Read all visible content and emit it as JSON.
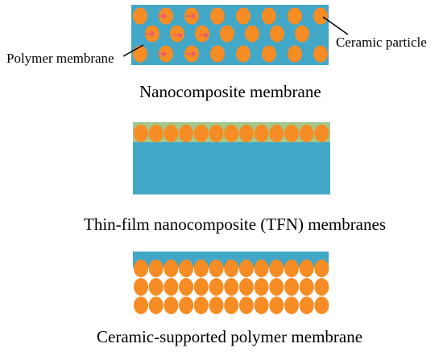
{
  "diagram": {
    "colors": {
      "polymer": "#43a7c7",
      "ceramic": "#f68c24",
      "thin_film_layer": "#a3c98e",
      "callout_line": "#000000",
      "arrow": "#e74c8a"
    },
    "panels": [
      {
        "caption": "Nanocomposite membrane",
        "structure": "ceramic particles dispersed in polymer membrane",
        "callouts": {
          "polymer": "Polymer membrane",
          "ceramic": "Ceramic particle"
        }
      },
      {
        "caption": "Thin-film nanocomposite (TFN) membranes",
        "structure": "single layer of ceramic particles in a thin film on top of polymer support"
      },
      {
        "caption": "Ceramic-supported polymer membrane",
        "structure": "thin polymer film on top of packed ceramic particle support"
      }
    ]
  }
}
